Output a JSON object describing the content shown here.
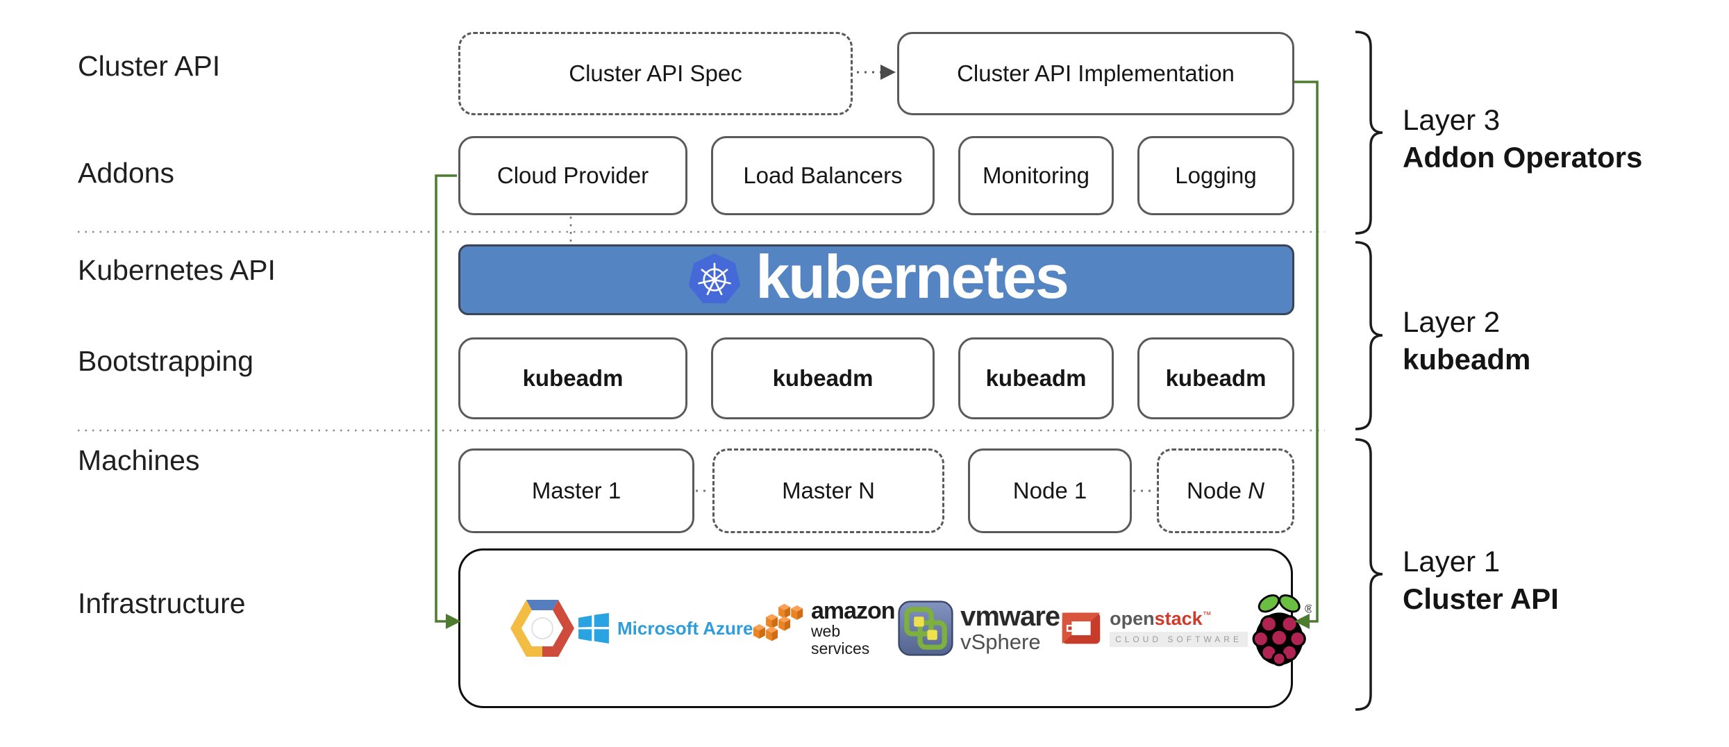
{
  "row_labels": {
    "cluster_api": "Cluster API",
    "addons": "Addons",
    "kubernetes_api": "Kubernetes API",
    "bootstrapping": "Bootstrapping",
    "machines": "Machines",
    "infrastructure": "Infrastructure"
  },
  "cluster_api_row": {
    "spec_label": "Cluster API Spec",
    "implementation_label": "Cluster API Implementation"
  },
  "addons_row": {
    "items": [
      "Cloud Provider",
      "Load Balancers",
      "Monitoring",
      "Logging"
    ]
  },
  "kubernetes_banner": {
    "wordmark": "kubernetes"
  },
  "bootstrapping_row": {
    "items": [
      "kubeadm",
      "kubeadm",
      "kubeadm",
      "kubeadm"
    ]
  },
  "machines_row": {
    "master_1": "Master 1",
    "master_n": "Master N",
    "node_1": "Node 1",
    "node_n_prefix": "Node",
    "node_n_suffix": "N"
  },
  "infrastructure_row": {
    "azure_wordmark": "Microsoft Azure",
    "aws_wordmark": "amazon",
    "aws_subtext": "web services",
    "vmware_wordmark": "vmware",
    "vmware_subtext": "vSphere",
    "openstack_wordmark_left": "open",
    "openstack_wordmark_right": "stack",
    "openstack_trademark": "™",
    "openstack_subtext": "CLOUD SOFTWARE",
    "raspberry_registered": "®"
  },
  "layer_annotations": [
    {
      "line1": "Layer 3",
      "line2": "Addon Operators"
    },
    {
      "line1": "Layer 2",
      "line2": "kubeadm"
    },
    {
      "line1": "Layer 1",
      "line2": "Cluster API"
    }
  ],
  "icons": {
    "kubernetes": "kubernetes-helm-logo",
    "google_cloud": "google-cloud-platform-logo",
    "azure": "microsoft-azure-logo",
    "aws": "amazon-web-services-logo",
    "vmware": "vmware-vsphere-logo",
    "openstack": "openstack-logo",
    "raspberry_pi": "raspberry-pi-logo"
  },
  "colors": {
    "banner_blue": "#5484c2",
    "kubernetes_logo_blue": "#4669d8",
    "connector_green": "#4d7c31",
    "box_border_gray": "#5a5a5a",
    "azure_blue": "#2f9ddb",
    "aws_orange": "#ec8423",
    "openstack_red": "#cf3a2a",
    "raspberry_crimson": "#b02454",
    "leaf_green": "#6abf40"
  }
}
